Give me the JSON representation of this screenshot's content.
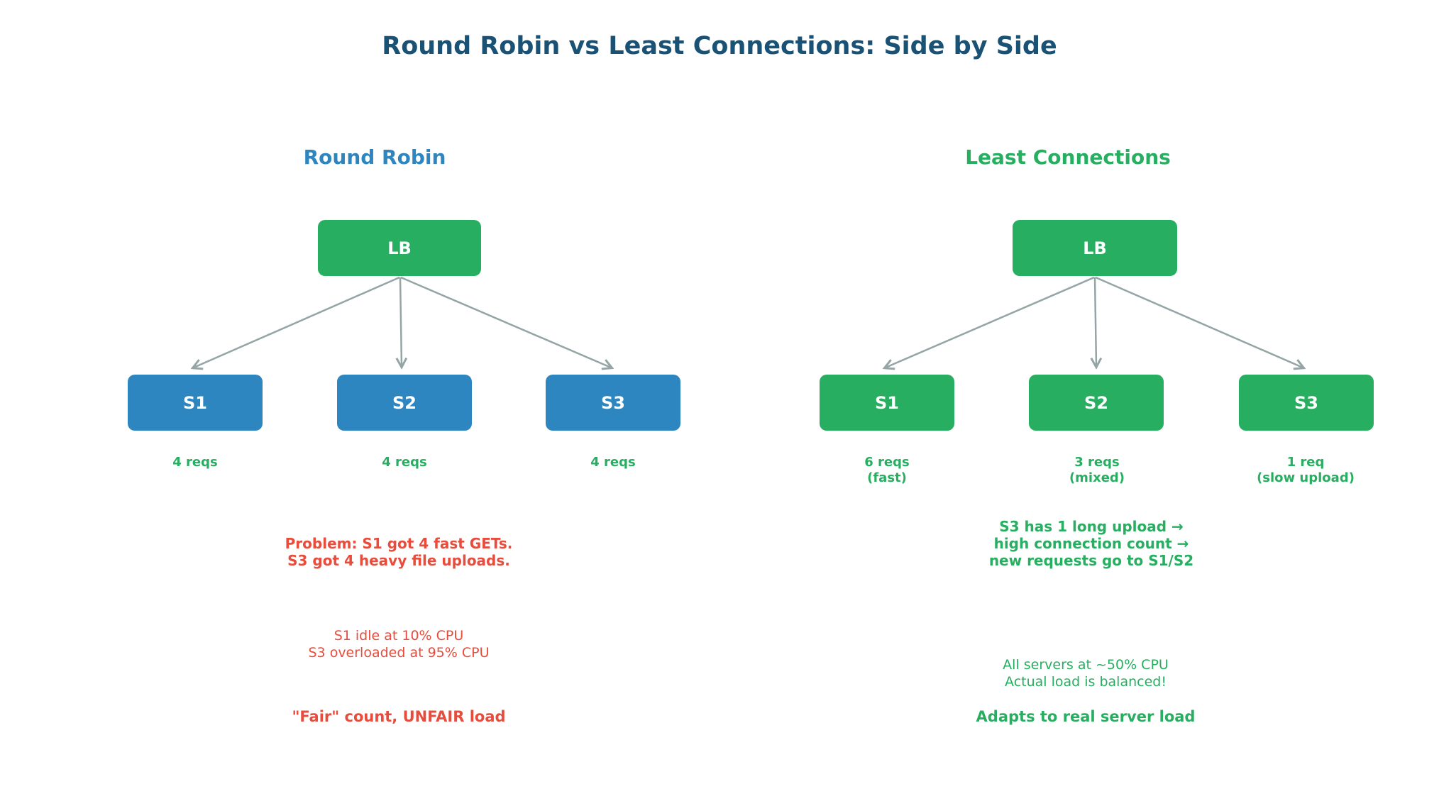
{
  "title": "Round Robin vs Least Connections: Side by Side",
  "colors": {
    "title_text": "#1A5276",
    "round_robin_accent": "#2E86C1",
    "least_connections_accent": "#27AE60",
    "lb_node_fill": "#27AE60",
    "round_robin_server_fill": "#2E86C1",
    "least_connections_server_fill": "#27AE60",
    "problem_text": "#E74C3C",
    "arrow": "#95A5A6",
    "node_text": "#FFFFFF"
  },
  "panels": [
    {
      "header": "Round Robin",
      "load_balancer": {
        "label": "LB"
      },
      "servers": [
        {
          "name": "S1",
          "load": "4 reqs"
        },
        {
          "name": "S2",
          "load": "4 reqs"
        },
        {
          "name": "S3",
          "load": "4 reqs"
        }
      ],
      "note": "Problem: S1 got 4 fast GETs.\nS3 got 4 heavy file uploads.",
      "cpu_note": "S1 idle at 10% CPU\nS3 overloaded at 95% CPU",
      "verdict": "\"Fair\" count, UNFAIR load"
    },
    {
      "header": "Least Connections",
      "load_balancer": {
        "label": "LB"
      },
      "servers": [
        {
          "name": "S1",
          "load": "6 reqs\n(fast)"
        },
        {
          "name": "S2",
          "load": "3 reqs\n(mixed)"
        },
        {
          "name": "S3",
          "load": "1 req\n(slow upload)"
        }
      ],
      "note": "S3 has 1 long upload →\nhigh connection count →\nnew requests go to S1/S2",
      "cpu_note": "All servers at ~50% CPU\nActual load is balanced!",
      "verdict": "Adapts to real server load"
    }
  ]
}
